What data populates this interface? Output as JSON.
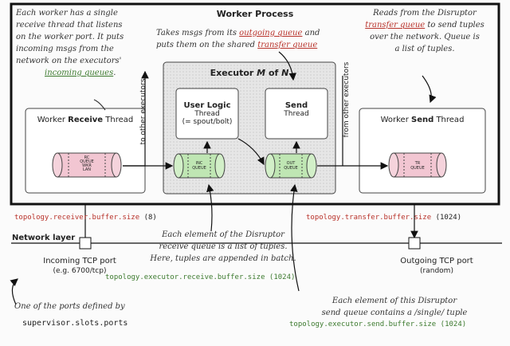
{
  "worker_process": {
    "title": "Worker Process"
  },
  "executor": {
    "title_pre": "Executor ",
    "title_m": "M",
    "title_of": " of ",
    "title_n": "N"
  },
  "user_logic": {
    "title": "User Logic",
    "line1": "Thread",
    "line2": "(= spout/bolt)"
  },
  "send_box": {
    "title": "Send",
    "line1": "Thread"
  },
  "receive_thread": {
    "pre": "Worker ",
    "bold": "Receive",
    "post": " Thread"
  },
  "send_thread": {
    "pre": "Worker ",
    "bold": "Send",
    "post": " Thread"
  },
  "queues": {
    "recv": [
      "RC",
      "QUEUE",
      "WKR",
      "LAN"
    ],
    "inc": [
      "INC",
      "QUEUE"
    ],
    "out": [
      "OUT",
      "QUEUE"
    ],
    "tr": [
      "TR",
      "QUEUE"
    ]
  },
  "side_labels": {
    "to_other": "to other executors",
    "from_other": "from other executors"
  },
  "notes": {
    "top_left": [
      "Each worker has a single",
      "receive thread that listens",
      "on the worker port. It puts",
      "incoming msgs from the",
      "network on the executors'"
    ],
    "top_left_hl": "incoming queues",
    "top_left_tail": ".",
    "top_mid_1": "Takes msgs from its ",
    "top_mid_hl1": "outgoing queue",
    "top_mid_2": " and",
    "top_mid_3": "puts them on the shared ",
    "top_mid_hl2": "transfer queue",
    "top_right_1": "Reads from the Disruptor",
    "top_right_hl": "transfer queue",
    "top_right_2": " to send tuples",
    "top_right_3": "over the network.  Queue is",
    "top_right_4": "a list of tuples.",
    "mid": [
      "Each element of the Disruptor",
      "receive queue is a list of tuples.",
      "Here, tuples are appended in batch."
    ],
    "bottom_right": [
      "Each element of this Disruptor",
      "send queue contains a /single/ tuple"
    ],
    "bottom_left": "One of the ports defined by"
  },
  "config": {
    "receiver": "topology.receiver.buffer.size",
    "receiver_val": "(8)",
    "transfer": "topology.transfer.buffer.size",
    "transfer_val": "(1024)",
    "exec_recv": "topology.executor.receive.buffer.size (1024)",
    "exec_send": "topology.executor.send.buffer.size (1024)",
    "slots": "supervisor.slots.ports"
  },
  "network": {
    "layer": "Network layer",
    "incoming": "Incoming TCP port",
    "incoming_sub": "(e.g. 6700/tcp)",
    "outgoing": "Outgoing TCP port",
    "outgoing_sub": "(random)"
  }
}
